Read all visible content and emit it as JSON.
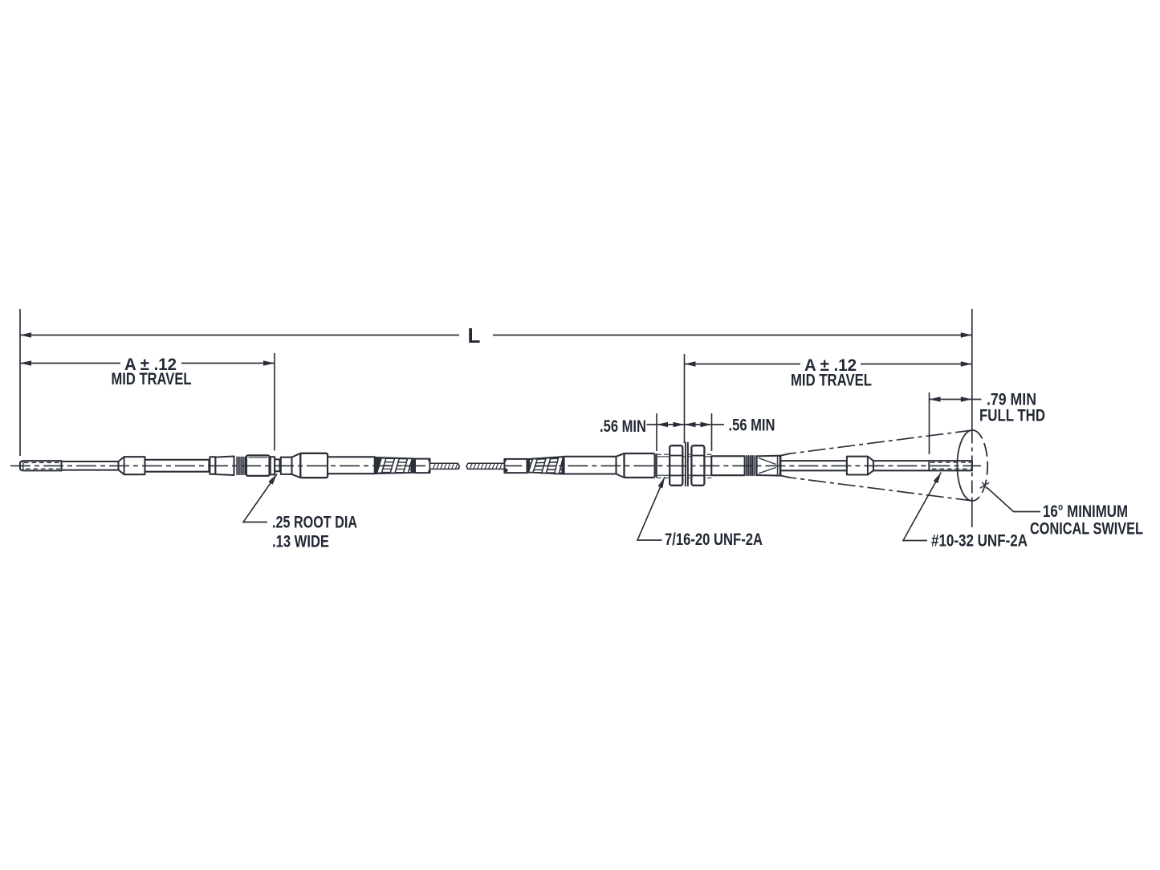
{
  "drawing": {
    "type": "engineering-dimension-drawing",
    "subject": "push-pull cable assembly",
    "colors": {
      "background": "#ffffff",
      "line": "#2f333c",
      "text": "#222834"
    },
    "dimensions": {
      "overall": {
        "label": "L"
      },
      "travel_left": {
        "value": "A ± .12",
        "caption": "MID TRAVEL"
      },
      "travel_right": {
        "value": "A ± .12",
        "caption": "MID TRAVEL"
      },
      "bulkhead_left": {
        "value": ".56 MIN"
      },
      "bulkhead_right": {
        "value": ".56 MIN"
      },
      "full_thread": {
        "line1": ".79 MIN",
        "line2": "FULL THD"
      }
    },
    "callouts": {
      "groove": {
        "line1": ".25 ROOT DIA",
        "line2": ".13 WIDE"
      },
      "bulkhead_thread": {
        "text": "7/16-20 UNF-2A"
      },
      "rod_thread": {
        "text": "#10-32 UNF-2A"
      },
      "swivel": {
        "line1": "16° MINIMUM",
        "line2": "CONICAL SWIVEL"
      }
    }
  }
}
